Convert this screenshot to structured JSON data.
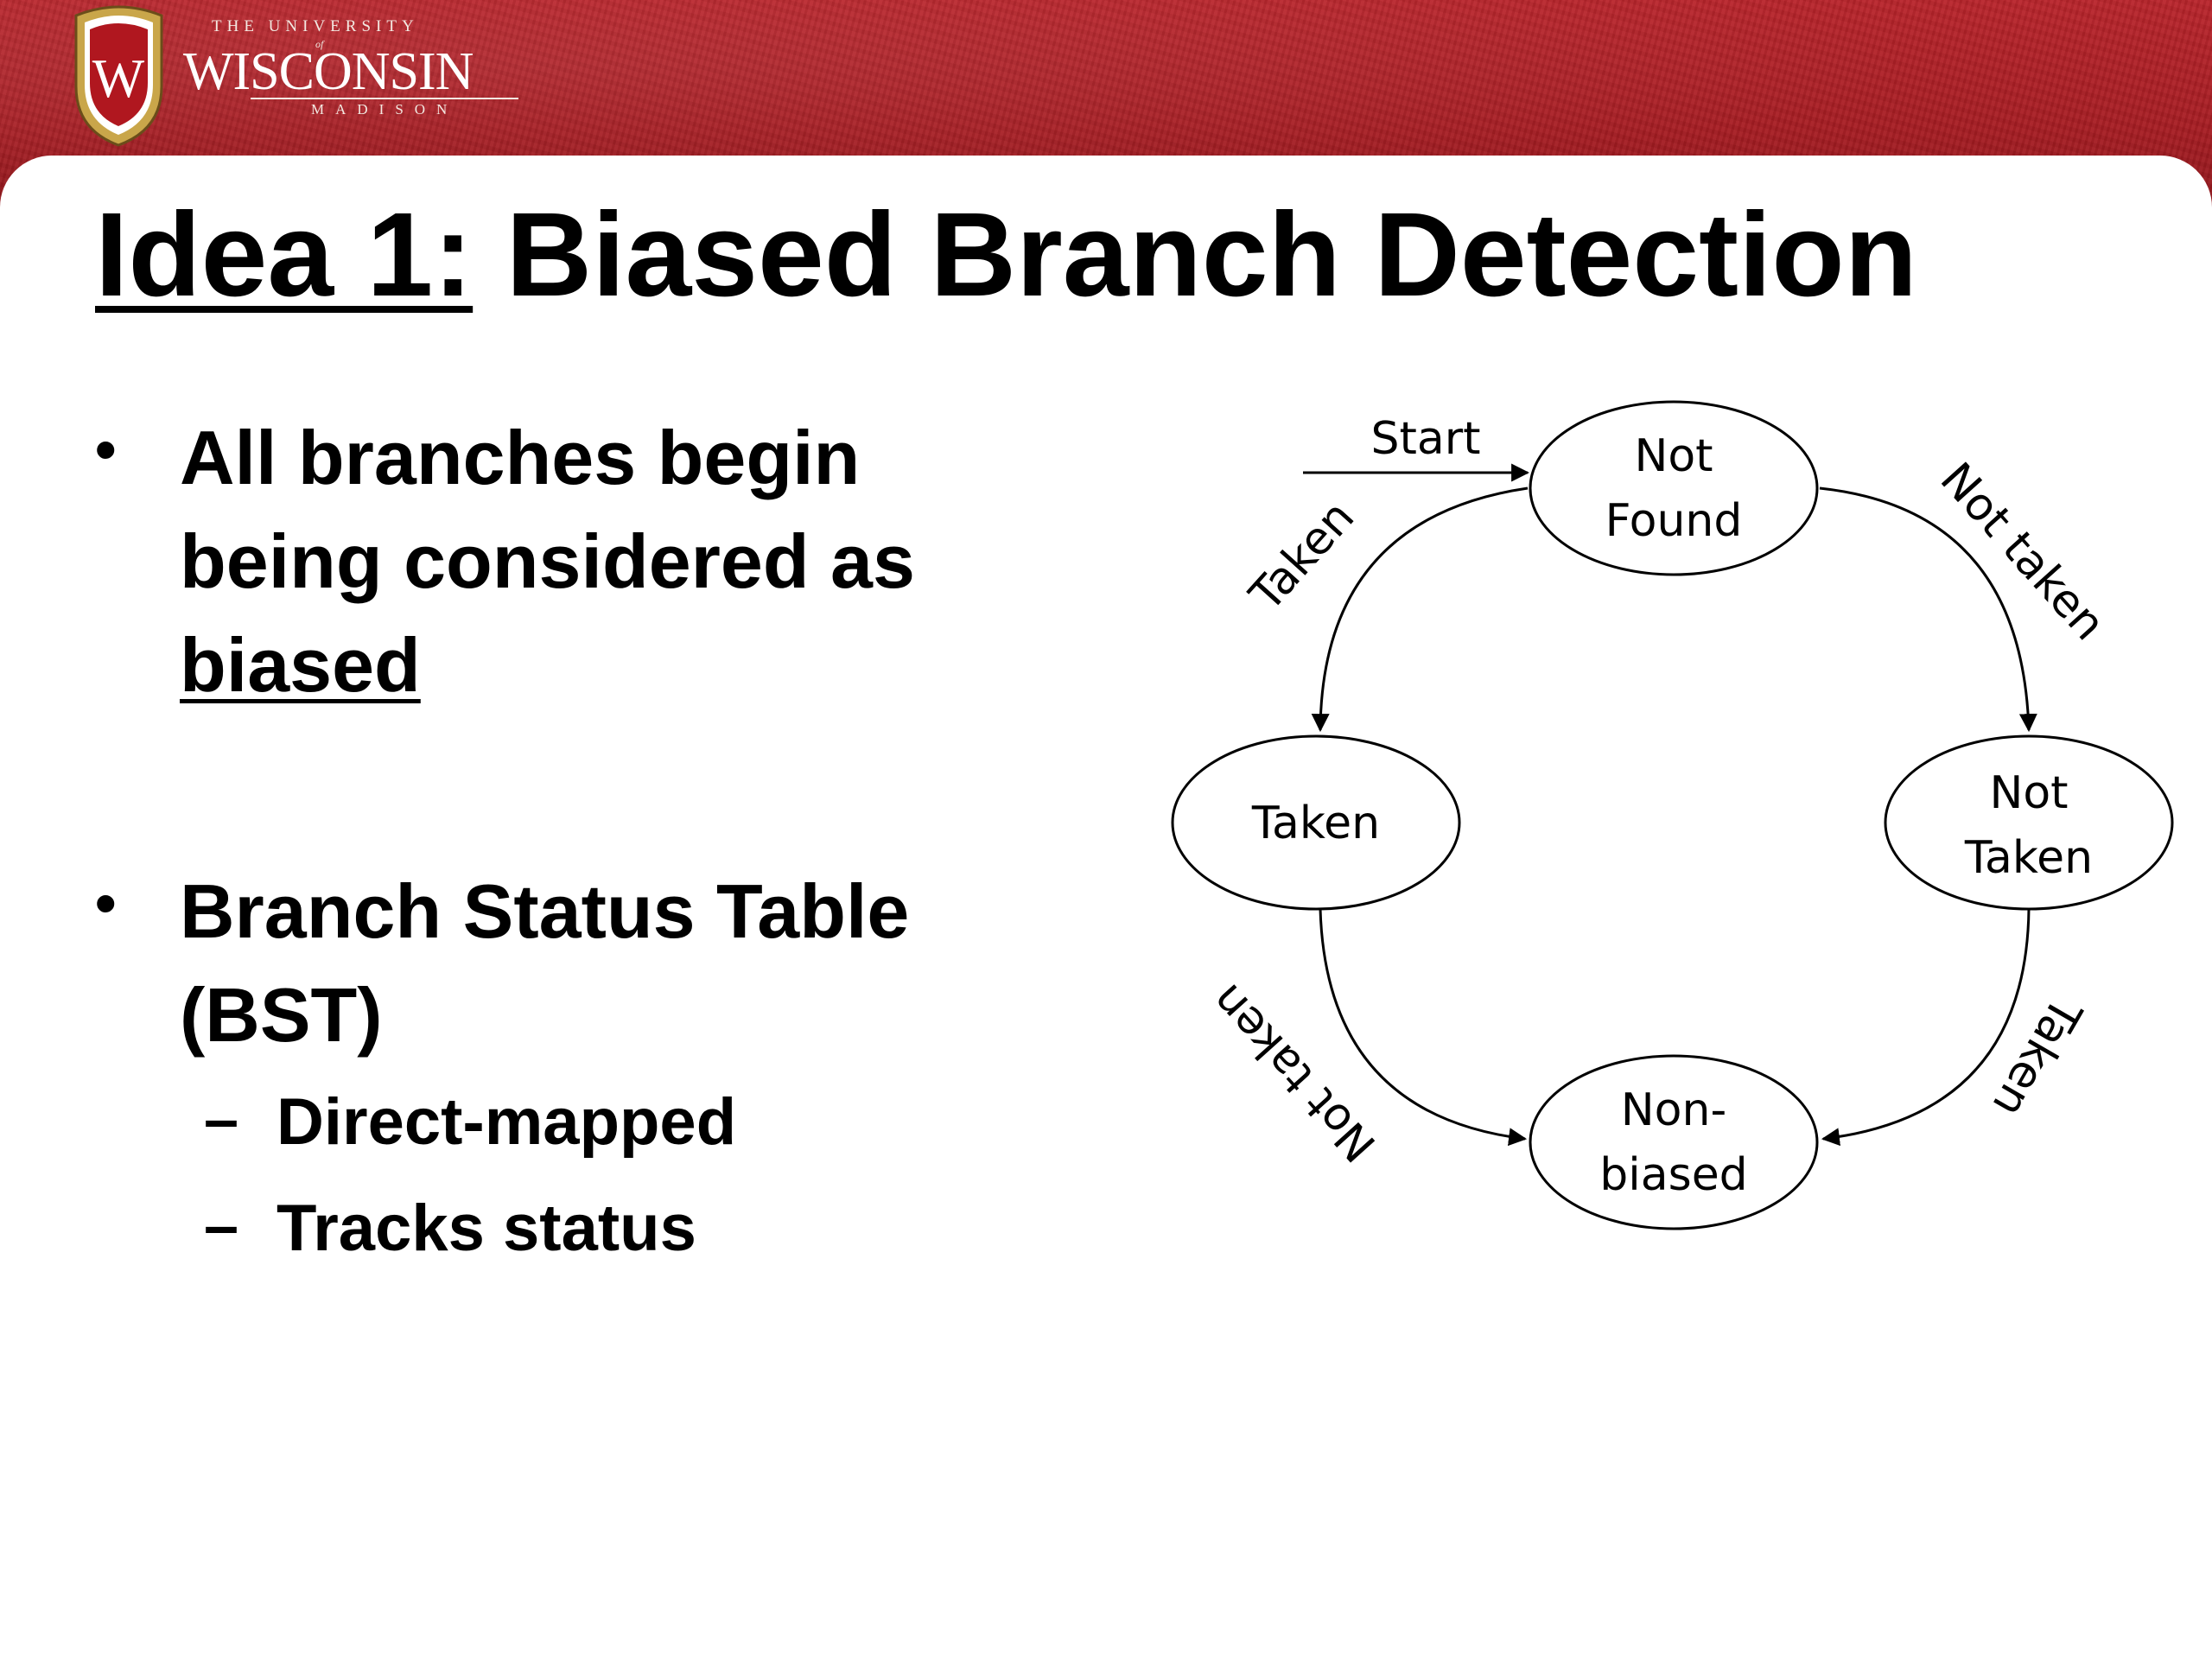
{
  "header": {
    "logo_line1": "THE UNIVERSITY",
    "logo_of": "of",
    "logo_main": "WISCONSIN",
    "logo_line3": "MADISON",
    "crest_letter": "W",
    "brand_color": "#b22028"
  },
  "slide": {
    "title_prefix": "Idea 1:",
    "title_rest": " Biased Branch Detection",
    "bullets": [
      {
        "lines": [
          "All branches begin",
          "being considered as"
        ],
        "underlined_word": "biased"
      },
      {
        "lines": [
          "Branch Status Table",
          "(BST)"
        ],
        "sub_items": [
          "Direct-mapped",
          "Tracks status"
        ]
      }
    ],
    "bullet_char": "•",
    "sub_bullet_char": "–"
  },
  "diagram": {
    "states": {
      "not_found": [
        "Not",
        "Found"
      ],
      "taken": [
        "Taken"
      ],
      "not_taken": [
        "Not",
        "Taken"
      ],
      "non_biased": [
        "Non-",
        "biased"
      ]
    },
    "edges": {
      "start": "Start",
      "nf_to_taken": "Taken",
      "nf_to_not_taken": "Not taken",
      "taken_to_non_biased": "Not taken",
      "not_taken_to_non_biased": "Taken"
    }
  }
}
